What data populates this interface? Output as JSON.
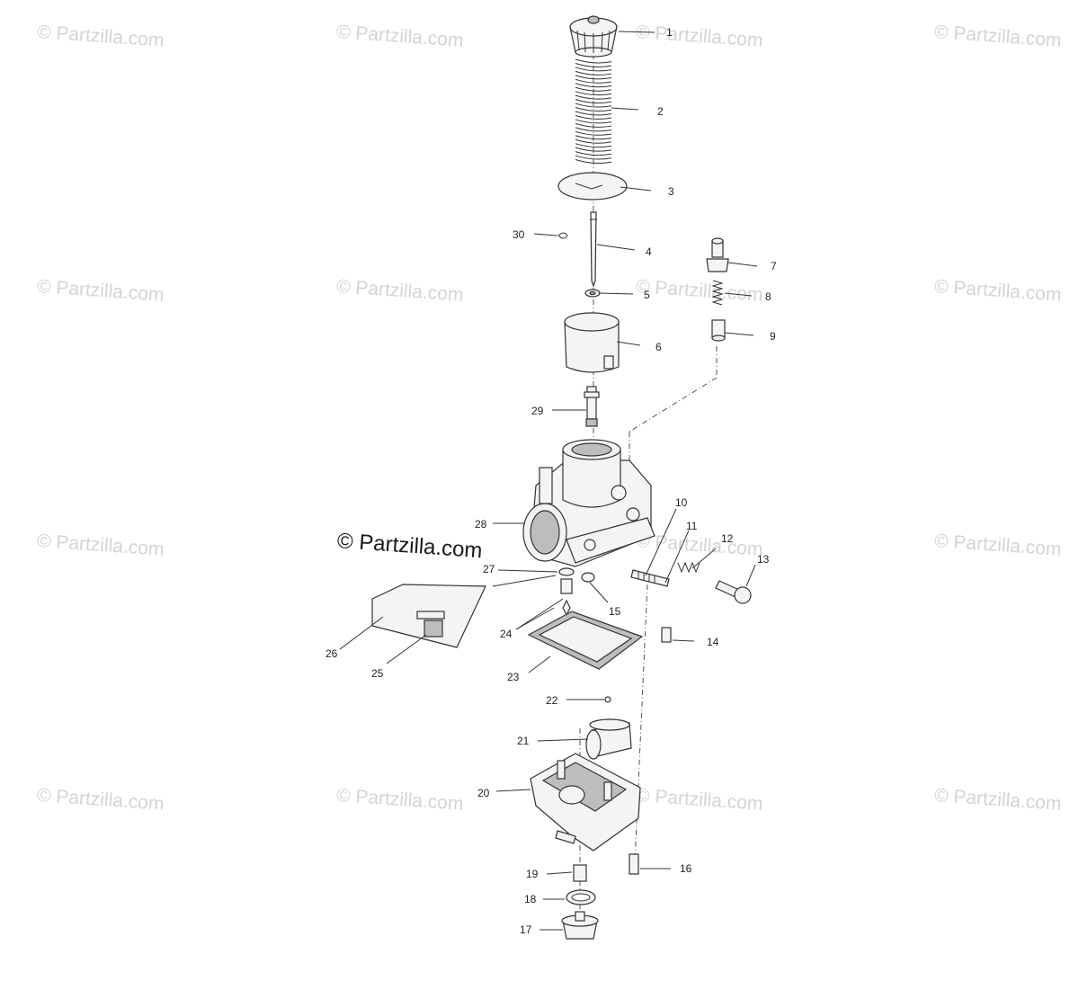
{
  "watermarks": {
    "text": "© Partzilla.com",
    "main_text": "© Partzilla.com"
  },
  "callouts": [
    {
      "num": "1"
    },
    {
      "num": "2"
    },
    {
      "num": "3"
    },
    {
      "num": "4"
    },
    {
      "num": "5"
    },
    {
      "num": "6"
    },
    {
      "num": "7"
    },
    {
      "num": "8"
    },
    {
      "num": "9"
    },
    {
      "num": "10"
    },
    {
      "num": "11"
    },
    {
      "num": "12"
    },
    {
      "num": "13"
    },
    {
      "num": "14"
    },
    {
      "num": "15"
    },
    {
      "num": "16"
    },
    {
      "num": "17"
    },
    {
      "num": "18"
    },
    {
      "num": "19"
    },
    {
      "num": "20"
    },
    {
      "num": "21"
    },
    {
      "num": "22"
    },
    {
      "num": "23"
    },
    {
      "num": "24"
    },
    {
      "num": "25"
    },
    {
      "num": "26"
    },
    {
      "num": "27"
    },
    {
      "num": "28"
    },
    {
      "num": "29"
    },
    {
      "num": "30"
    }
  ],
  "colors": {
    "line": "#333333",
    "watermark": "#d4d4d4"
  }
}
